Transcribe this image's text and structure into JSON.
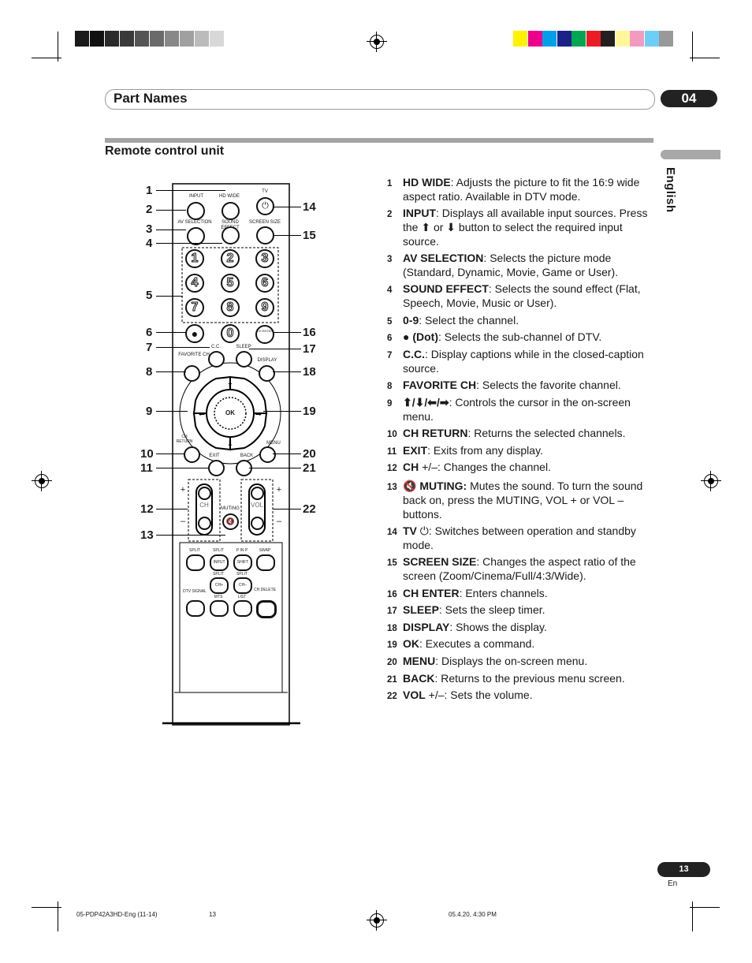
{
  "header": {
    "title": "Part Names",
    "chapter": "04"
  },
  "section": {
    "title": "Remote control unit"
  },
  "side_tab": {
    "language": "English"
  },
  "print_marks": {
    "gray_swatches": [
      "#1a1a1a",
      "#111111",
      "#2a2a2a",
      "#3a3a3a",
      "#555555",
      "#6a6a6a",
      "#888888",
      "#a0a0a0",
      "#bbbbbb",
      "#d8d8d8"
    ],
    "color_swatches": [
      "#fff200",
      "#ec008c",
      "#00a0e9",
      "#1d2088",
      "#00a651",
      "#ed1c24",
      "#231f20",
      "#fff799",
      "#f49ac1",
      "#6dcff6",
      "#999999"
    ]
  },
  "remote": {
    "labels": {
      "input": "INPUT",
      "hd_wide": "HD WIDE",
      "tv": "TV",
      "av_selection": "AV SELECTION",
      "sound_effect": "SOUND EFFECT",
      "screen_size": "SCREEN SIZE",
      "digits": [
        "1",
        "2",
        "3",
        "4",
        "5",
        "6",
        "7",
        "8",
        "9"
      ],
      "zero": "0",
      "ch_enter": "CH ENTER",
      "cc": "C.C.",
      "sleep": "SLEEP",
      "favorite_ch": "FAVORITE CH",
      "display": "DISPLAY",
      "ok": "OK",
      "ch_return": "CH RETURN",
      "menu": "MENU",
      "exit": "EXIT",
      "back": "BACK",
      "ch": "CH",
      "vol": "VOL",
      "muting": "MUTING",
      "plus": "+",
      "minus": "–",
      "split": "SPLIT",
      "p_in_p": "P IN P",
      "swap": "SWAP",
      "input_small": "INPUT",
      "shift": "SHIFT",
      "ch_plus": "CH+",
      "ch_minus": "CH–",
      "dtv_signal": "DTV SIGNAL",
      "mts": "MTS",
      "list": "LIST",
      "ch_delete": "CH DELETE"
    },
    "callouts_left": [
      "1",
      "2",
      "3",
      "4",
      "5",
      "6",
      "7",
      "8",
      "9",
      "10",
      "11",
      "12",
      "13"
    ],
    "callouts_right": [
      "14",
      "15",
      "16",
      "17",
      "18",
      "19",
      "20",
      "21",
      "22"
    ]
  },
  "descriptions": [
    {
      "num": "1",
      "name": "HD WIDE",
      "text": ": Adjusts the picture to fit the 16:9 wide aspect ratio. Available in DTV mode."
    },
    {
      "num": "2",
      "name": "INPUT",
      "text": ": Displays all available input sources. Press the ⬆ or ⬇ button to select the required input source."
    },
    {
      "num": "3",
      "name": "AV SELECTION",
      "text": ": Selects the picture mode (Standard, Dynamic, Movie, Game or User)."
    },
    {
      "num": "4",
      "name": "SOUND EFFECT",
      "text": ": Selects the sound effect (Flat, Speech, Movie, Music or User)."
    },
    {
      "num": "5",
      "name": "0-9",
      "text": ": Select the channel."
    },
    {
      "num": "6",
      "name": "● (Dot)",
      "text": ": Selects the sub-channel of DTV."
    },
    {
      "num": "7",
      "name": "C.C.",
      "text": ": Display captions while in the closed-caption source."
    },
    {
      "num": "8",
      "name": "FAVORITE CH",
      "text": ": Selects the favorite channel."
    },
    {
      "num": "9",
      "name": "⬆/⬇/⬅/➡",
      "text": ": Controls the cursor in the on-screen menu."
    },
    {
      "num": "10",
      "name": "CH RETURN",
      "text": ": Returns the selected channels."
    },
    {
      "num": "11",
      "name": "EXIT",
      "text": ": Exits from any display."
    },
    {
      "num": "12",
      "name": "CH",
      "text": " +/–: Changes the channel."
    },
    {
      "num": "13",
      "name": "🔇 MUTING:",
      "text": " Mutes the sound. To turn the sound back on, press the MUTING, VOL + or VOL – buttons."
    },
    {
      "num": "14",
      "name": "TV",
      "text": " ⏻: Switches between operation and standby mode."
    },
    {
      "num": "15",
      "name": "SCREEN SIZE",
      "text": ": Changes the aspect ratio of the screen (Zoom/Cinema/Full/4:3/Wide)."
    },
    {
      "num": "16",
      "name": "CH ENTER",
      "text": ": Enters channels."
    },
    {
      "num": "17",
      "name": "SLEEP",
      "text": ": Sets the sleep timer."
    },
    {
      "num": "18",
      "name": "DISPLAY",
      "text": ": Shows the display."
    },
    {
      "num": "19",
      "name": "OK",
      "text": ": Executes a command."
    },
    {
      "num": "20",
      "name": "MENU",
      "text": ": Displays the on-screen menu."
    },
    {
      "num": "21",
      "name": "BACK",
      "text": ": Returns to the previous menu screen."
    },
    {
      "num": "22",
      "name": "VOL",
      "text": " +/–: Sets the volume."
    }
  ],
  "footer": {
    "page_number": "13",
    "lang_code": "En",
    "file": "05-PDP42A3HD-Eng (11-14)",
    "file_page": "13",
    "timestamp": "05.4.20, 4:30 PM"
  }
}
